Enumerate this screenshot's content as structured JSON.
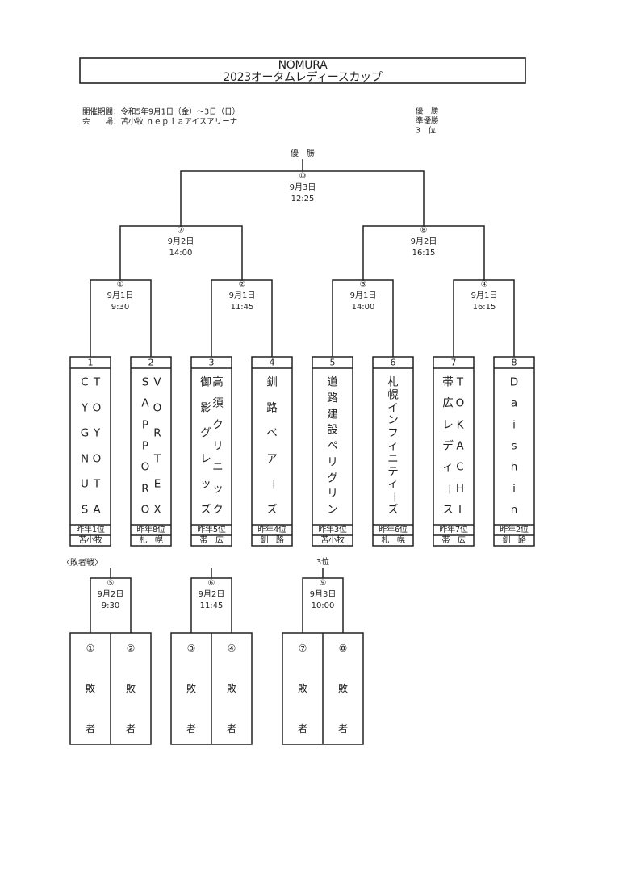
{
  "document": {
    "title": {
      "line1": "NOMURA",
      "line2": "2023オータムレディースカップ"
    },
    "info": {
      "period": "開催期間：令和5年9月1日（金）～3日（日）",
      "venue": "会　　場：苫小牧 ｎｅｐｉａアイスアリーナ"
    },
    "standings_labels": [
      "優　勝",
      "準優勝",
      "3　位"
    ]
  },
  "bracket": {
    "championship_label": "優　勝",
    "matches": {
      "final": {
        "no": "⑩",
        "date": "9月3日",
        "time": "12:25"
      },
      "semi_7": {
        "no": "⑦",
        "date": "9月2日",
        "time": "14:00"
      },
      "semi_8": {
        "no": "⑧",
        "date": "9月2日",
        "time": "16:15"
      },
      "qf_1": {
        "no": "①",
        "date": "9月1日",
        "time": "9:30"
      },
      "qf_2": {
        "no": "②",
        "date": "9月1日",
        "time": "11:45"
      },
      "qf_3": {
        "no": "③",
        "date": "9月1日",
        "time": "14:00"
      },
      "qf_4": {
        "no": "④",
        "date": "9月1日",
        "time": "16:15"
      }
    }
  },
  "teams": [
    {
      "seed": "1",
      "name": "TOYOTA CYGNUS",
      "columns": [
        "CYGNUS",
        "TOYOTA"
      ],
      "last_year": "昨年1位",
      "region": "苫小牧"
    },
    {
      "seed": "2",
      "name": "SAPPORO VORTEX",
      "columns": [
        "SAPPORO",
        "VORTEX"
      ],
      "last_year": "昨年8位",
      "region": "札　幌"
    },
    {
      "seed": "3",
      "name": "高須クリニック御影グレッズ",
      "columns": [
        "御影グレッズ",
        "高須クリニック"
      ],
      "last_year": "昨年5位",
      "region": "帯　広"
    },
    {
      "seed": "4",
      "name": "釧路ベアーズ",
      "columns": [
        "釧路ベアーズ"
      ],
      "last_year": "昨年4位",
      "region": "釧　路"
    },
    {
      "seed": "5",
      "name": "道路建設ペリグリン",
      "columns": [
        "道路建設ペリグリン"
      ],
      "last_year": "昨年3位",
      "region": "苫小牧"
    },
    {
      "seed": "6",
      "name": "札幌インフィニティーズ",
      "columns": [
        "札幌インフィニティーズ"
      ],
      "last_year": "昨年6位",
      "region": "札　幌"
    },
    {
      "seed": "7",
      "name": "TOKACHI帯広レディース",
      "columns": [
        "帯広レディース",
        "TOKACHI"
      ],
      "last_year": "昨年7位",
      "region": "帯　広"
    },
    {
      "seed": "8",
      "name": "Daishin",
      "columns": [
        "Daishin"
      ],
      "last_year": "昨年2位",
      "region": "釧　路"
    }
  ],
  "consolation": {
    "label": "〈敗者戦〉",
    "third_place_label": "3位",
    "matches": {
      "m5": {
        "no": "⑤",
        "date": "9月2日",
        "time": "9:30"
      },
      "m6": {
        "no": "⑥",
        "date": "9月2日",
        "time": "11:45"
      },
      "m9": {
        "no": "⑨",
        "date": "9月3日",
        "time": "10:00"
      }
    },
    "slots": [
      {
        "ref": "①",
        "line1": "敗",
        "line2": "者"
      },
      {
        "ref": "②",
        "line1": "敗",
        "line2": "者"
      },
      {
        "ref": "③",
        "line1": "敗",
        "line2": "者"
      },
      {
        "ref": "④",
        "line1": "敗",
        "line2": "者"
      },
      {
        "ref": "⑦",
        "line1": "敗",
        "line2": "者"
      },
      {
        "ref": "⑧",
        "line1": "敗",
        "line2": "者"
      }
    ]
  }
}
